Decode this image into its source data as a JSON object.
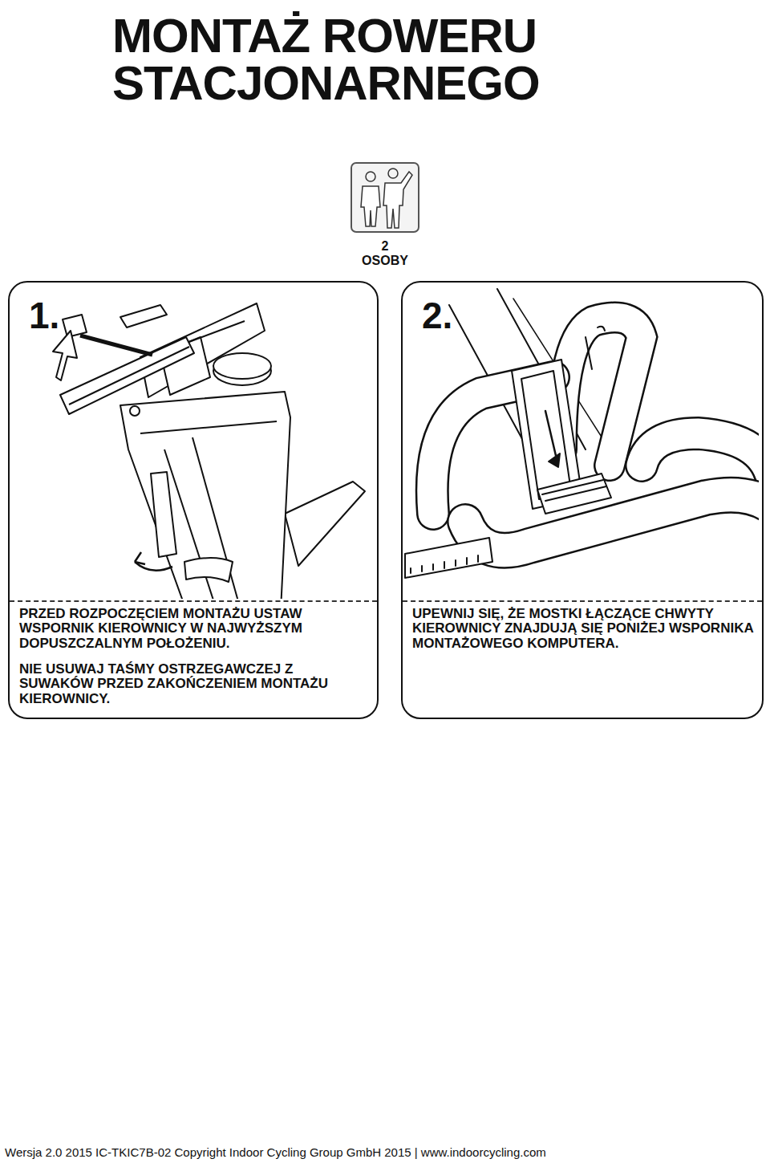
{
  "diagram": {
    "title": "MONTAŻ ROWERU STACJONARNEGO",
    "caption": "Wersja 2.0 2015 IC-TKIC7B-02 Copyright Indoor Cycling Group GmbH 2015 | www.indoorcycling.com",
    "nodes": [
      {
        "text": [
          "1.",
          "PRZED ROZPOCZĘCIEM MONTAŻU USTAW WSPORNIK KIEROWNICY W NAJWYŻSZYM DOPUSZCZALNYM POŁOŻENIU.",
          "NIE USUWAJ TAŚMY OSTRZEGAWCZEJ Z SUWAKÓW PRZED ZAKOŃCZENIEM MONTAŻU KIEROWNICY."
        ]
      },
      {
        "text": [
          "2.",
          "UPEWNIJ SIĘ, ŻE MOSTKI ŁĄCZĄCE CHWYTY KIEROWNICY ZNAJDUJĄ SIĘ PONIŻEJ WSPORNIKA MONTAŻOWEGO KOMPUTERA."
        ]
      }
    ],
    "labels": [
      "2 OSOBY"
    ]
  }
}
